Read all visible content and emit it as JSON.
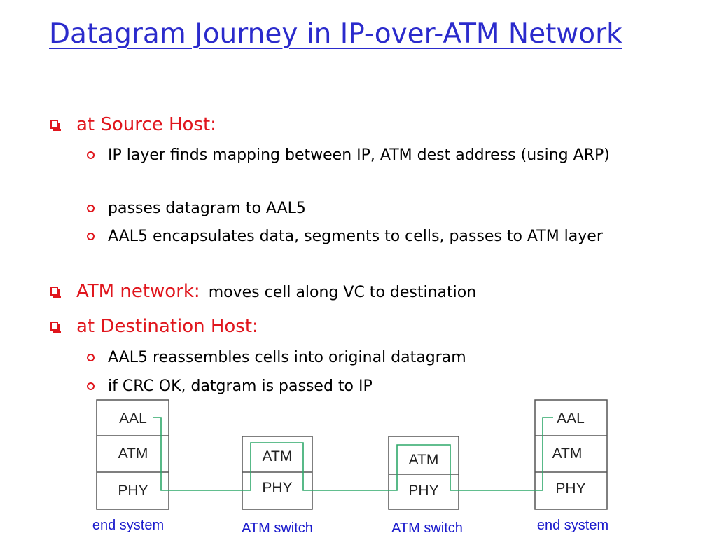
{
  "slide": {
    "title": "Datagram Journey in IP-over-ATM Network",
    "bullets": [
      {
        "label": "at Source Host:",
        "detail": "",
        "items": [
          "IP layer finds mapping between IP, ATM dest address (using ARP)",
          "passes datagram to AAL5",
          "AAL5 encapsulates data, segments to cells, passes to ATM layer"
        ]
      },
      {
        "label": "ATM network:",
        "detail": "moves cell along VC to destination",
        "items": []
      },
      {
        "label": "at Destination Host:",
        "detail": "",
        "items": [
          "AAL5  reassembles cells into original datagram",
          "if CRC OK, datgram is passed to IP"
        ]
      }
    ]
  },
  "diagram": {
    "nodes": [
      {
        "caption": "end system",
        "layers": [
          "AAL",
          "ATM",
          "PHY"
        ]
      },
      {
        "caption": "ATM switch",
        "layers": [
          "ATM",
          "PHY"
        ]
      },
      {
        "caption": "ATM switch",
        "layers": [
          "ATM",
          "PHY"
        ]
      },
      {
        "caption": "end system",
        "layers": [
          "AAL",
          "ATM",
          "PHY"
        ]
      }
    ],
    "colors": {
      "path": "#2fa86a",
      "caption": "#1a1acc",
      "box_border": "#555555",
      "bullet": "#e0161d",
      "title": "#2b2bcc"
    }
  }
}
